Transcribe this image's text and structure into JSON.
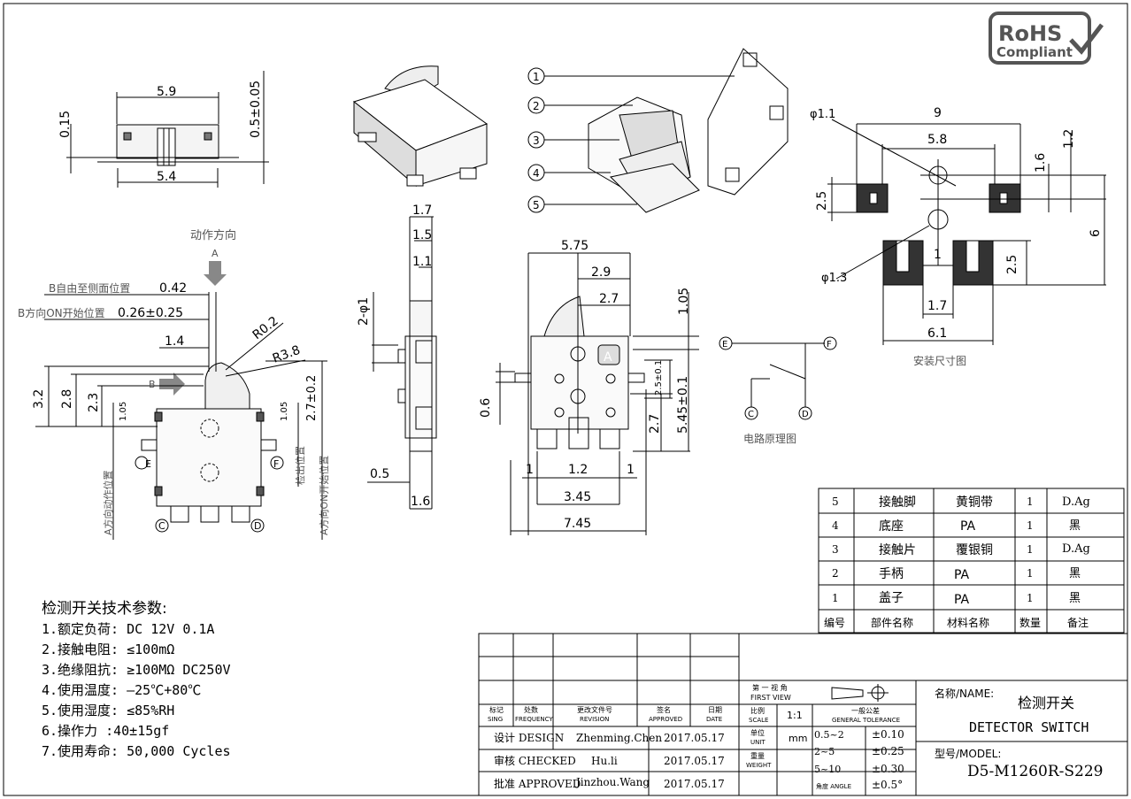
{
  "rohs": {
    "line1": "RoHS",
    "line2": "Compliant"
  },
  "top_view": {
    "dims": [
      "5.9",
      "5.4",
      "0.15",
      "0.5±0.05"
    ]
  },
  "side_left": {
    "action_dir": "动作方向",
    "arrow_a": "A",
    "arrow_b": "B",
    "note1": "B自由至侧面位置",
    "note1_val": "0.42",
    "note2": "B方向ON开始位置",
    "note2_val": "0.26±0.25",
    "dims": [
      "1.4",
      "R0.2",
      "R3.8",
      "3.2",
      "2.8",
      "2.3",
      "1.05",
      "1.05",
      "2.7±0.2"
    ],
    "pins": [
      "E",
      "F",
      "C",
      "D"
    ],
    "v_labels": [
      "A方向动作位置",
      "检出位置",
      "A方向ON开始位置"
    ]
  },
  "side_view": {
    "dims": [
      "1.7",
      "1.5",
      "1.1",
      "2-φ1",
      "0.5",
      "1.6"
    ]
  },
  "exploded": {
    "callouts": [
      "1",
      "2",
      "3",
      "4",
      "5"
    ]
  },
  "front_view": {
    "dims": [
      "5.75",
      "2.9",
      "2.7",
      "1.05",
      "0.6",
      "2.5±0.1",
      "5.45±0.1",
      "2.7",
      "1",
      "1.2",
      "1",
      "3.45",
      "7.45"
    ],
    "mark": "A"
  },
  "circuit": {
    "nodes": [
      "E",
      "F",
      "C",
      "D"
    ],
    "caption": "电路原理图"
  },
  "mounting": {
    "dims": [
      "φ1.1",
      "9",
      "5.8",
      "1.2",
      "1.6",
      "2.5",
      "6",
      "φ1.3",
      "1",
      "2.5",
      "1.7",
      "6.1"
    ],
    "caption": "安装尺寸图"
  },
  "specs": {
    "title": "检测开关技术参数:",
    "lines": [
      "1.额定负荷: DC 12V 0.1A",
      "2.接触电阻: ≤100mΩ",
      "3.绝缘阻抗: ≥100MΩ DC250V",
      "4.使用温度: —25℃+80℃",
      "5.使用湿度: ≤85%RH",
      "6.操作力 :40±15gf",
      "7.使用寿命: 50,000 Cycles"
    ]
  },
  "bom": {
    "rows": [
      [
        "5",
        "接触脚",
        "黄铜带",
        "1",
        "D.Ag"
      ],
      [
        "4",
        "底座",
        "PA",
        "1",
        "黑"
      ],
      [
        "3",
        "接触片",
        "覆银铜",
        "1",
        "D.Ag"
      ],
      [
        "2",
        "手柄",
        "PA",
        "1",
        "黑"
      ],
      [
        "1",
        "盖子",
        "PA",
        "1",
        "黑"
      ]
    ],
    "header": [
      "编号",
      "部件名称",
      "材料名称",
      "数量",
      "备注"
    ]
  },
  "title_block": {
    "rev_headers": [
      [
        "标记",
        "SING"
      ],
      [
        "处数",
        "FREQUENCY"
      ],
      [
        "更改文件号",
        "REVISION"
      ],
      [
        "签名",
        "APPROVED"
      ],
      [
        "日期",
        "DATE"
      ]
    ],
    "design": {
      "label": "设计 DESIGN",
      "name": "Zhenming.Chen",
      "date": "2017.05.17"
    },
    "checked": {
      "label": "审核 CHECKED",
      "name": "Hu.li",
      "date": "2017.05.17"
    },
    "approved": {
      "label": "批准 APPROVED",
      "name": "Jinzhou.Wang",
      "date": "2017.05.17"
    },
    "view": {
      "cn": "第 一 视 角",
      "en": "FIRST VIEW"
    },
    "scale": {
      "cn": "比例",
      "en": "SCALE",
      "val": "1:1"
    },
    "unit": {
      "cn": "单位",
      "en": "UNIT",
      "val": "mm"
    },
    "weight": {
      "cn": "重量",
      "en": "WEIGHT"
    },
    "gen_tol": {
      "cn": "一般公差",
      "en": "GENERAL TOLERANCE"
    },
    "tolerances": [
      [
        "0.5~2",
        "±0.10"
      ],
      [
        "2~5",
        "±0.25"
      ],
      [
        "5~10",
        "±0.30"
      ],
      [
        "角度 ANGLE",
        "±0.5°"
      ]
    ],
    "name_label": "名称/NAME:",
    "name_cn": "检测开关",
    "name_en": "DETECTOR SWITCH",
    "model_label": "型号/MODEL:",
    "model": "D5-M1260R-S229"
  }
}
